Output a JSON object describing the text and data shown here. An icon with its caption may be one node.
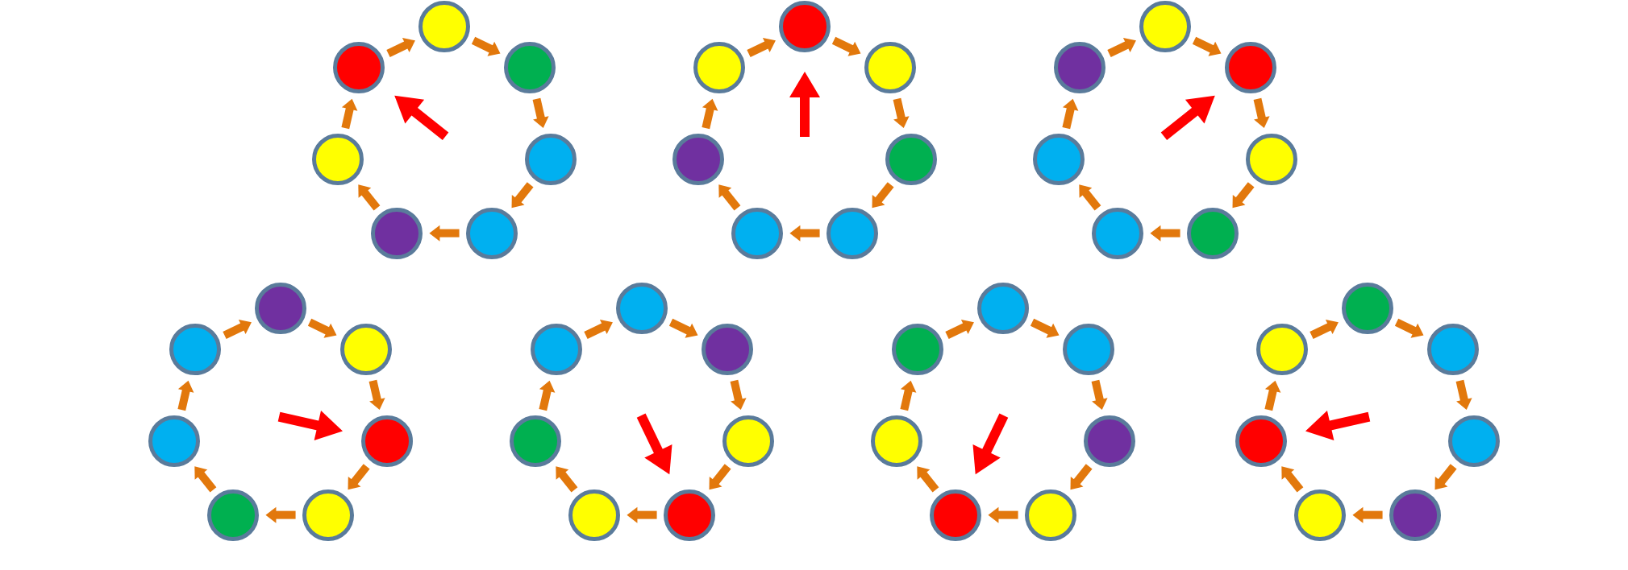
{
  "diagram": {
    "nodes": [
      {
        "text": [],
        "shape": "circle"
      },
      {
        "text": [],
        "shape": "circle"
      },
      {
        "text": [],
        "shape": "circle"
      },
      {
        "text": [],
        "shape": "circle"
      },
      {
        "text": [],
        "shape": "circle"
      },
      {
        "text": [],
        "shape": "circle"
      },
      {
        "text": [],
        "shape": "circle"
      },
      {
        "text": [],
        "shape": "circle"
      },
      {
        "text": [],
        "shape": "circle"
      },
      {
        "text": [],
        "shape": "circle"
      },
      {
        "text": [],
        "shape": "circle"
      },
      {
        "text": [],
        "shape": "circle"
      },
      {
        "text": [],
        "shape": "circle"
      },
      {
        "text": [],
        "shape": "circle"
      },
      {
        "text": [],
        "shape": "circle"
      },
      {
        "text": [],
        "shape": "circle"
      },
      {
        "text": [],
        "shape": "circle"
      },
      {
        "text": [],
        "shape": "circle"
      },
      {
        "text": [],
        "shape": "circle"
      },
      {
        "text": [],
        "shape": "circle"
      },
      {
        "text": [],
        "shape": "circle"
      },
      {
        "text": [],
        "shape": "circle"
      },
      {
        "text": [],
        "shape": "circle"
      },
      {
        "text": [],
        "shape": "circle"
      },
      {
        "text": [],
        "shape": "circle"
      },
      {
        "text": [],
        "shape": "circle"
      },
      {
        "text": [],
        "shape": "circle"
      },
      {
        "text": [],
        "shape": "circle"
      },
      {
        "text": [],
        "shape": "circle"
      },
      {
        "text": [],
        "shape": "circle"
      },
      {
        "text": [],
        "shape": "circle"
      },
      {
        "text": [],
        "shape": "circle"
      },
      {
        "text": [],
        "shape": "circle"
      },
      {
        "text": [],
        "shape": "circle"
      },
      {
        "text": [],
        "shape": "circle"
      },
      {
        "text": [],
        "shape": "circle"
      },
      {
        "text": [],
        "shape": "circle"
      },
      {
        "text": [],
        "shape": "circle"
      },
      {
        "text": [],
        "shape": "circle"
      },
      {
        "text": [],
        "shape": "circle"
      },
      {
        "text": [],
        "shape": "circle"
      },
      {
        "text": [],
        "shape": "circle"
      },
      {
        "text": [],
        "shape": "circle"
      },
      {
        "text": [],
        "shape": "circle"
      },
      {
        "text": [],
        "shape": "circle"
      },
      {
        "text": [],
        "shape": "circle"
      },
      {
        "text": [],
        "shape": "circle"
      },
      {
        "text": [],
        "shape": "circle"
      },
      {
        "text": [],
        "shape": "circle"
      }
    ],
    "edges": [
      {
        "from": 0,
        "to": 1,
        "arrow": "to"
      },
      {
        "from": 1,
        "to": 2,
        "arrow": "to"
      },
      {
        "from": 2,
        "to": 3,
        "arrow": "to"
      },
      {
        "from": 3,
        "to": 4,
        "arrow": "to"
      },
      {
        "from": 4,
        "to": 5,
        "arrow": "to"
      },
      {
        "from": 5,
        "to": 6,
        "arrow": "to"
      },
      {
        "from": 6,
        "to": 0,
        "arrow": "to"
      },
      {
        "from": null,
        "to": 6,
        "arrow": "to",
        "color": "#ff0000"
      },
      {
        "from": 7,
        "to": 8,
        "arrow": "to"
      },
      {
        "from": 8,
        "to": 9,
        "arrow": "to"
      },
      {
        "from": 9,
        "to": 10,
        "arrow": "to"
      },
      {
        "from": 10,
        "to": 11,
        "arrow": "to"
      },
      {
        "from": 11,
        "to": 12,
        "arrow": "to"
      },
      {
        "from": 12,
        "to": 13,
        "arrow": "to"
      },
      {
        "from": 13,
        "to": 7,
        "arrow": "to"
      },
      {
        "from": null,
        "to": 7,
        "arrow": "to",
        "color": "#ff0000"
      },
      {
        "from": 14,
        "to": 15,
        "arrow": "to"
      },
      {
        "from": 15,
        "to": 16,
        "arrow": "to"
      },
      {
        "from": 16,
        "to": 17,
        "arrow": "to"
      },
      {
        "from": 17,
        "to": 18,
        "arrow": "to"
      },
      {
        "from": 18,
        "to": 19,
        "arrow": "to"
      },
      {
        "from": 19,
        "to": 20,
        "arrow": "to"
      },
      {
        "from": 20,
        "to": 14,
        "arrow": "to"
      },
      {
        "from": null,
        "to": 15,
        "arrow": "to",
        "color": "#ff0000"
      },
      {
        "from": 21,
        "to": 22,
        "arrow": "to"
      },
      {
        "from": 22,
        "to": 23,
        "arrow": "to"
      },
      {
        "from": 23,
        "to": 24,
        "arrow": "to"
      },
      {
        "from": 24,
        "to": 25,
        "arrow": "to"
      },
      {
        "from": 25,
        "to": 26,
        "arrow": "to"
      },
      {
        "from": 26,
        "to": 27,
        "arrow": "to"
      },
      {
        "from": 27,
        "to": 21,
        "arrow": "to"
      },
      {
        "from": null,
        "to": 23,
        "arrow": "to",
        "color": "#ff0000"
      },
      {
        "from": 28,
        "to": 29,
        "arrow": "to"
      },
      {
        "from": 29,
        "to": 30,
        "arrow": "to"
      },
      {
        "from": 30,
        "to": 31,
        "arrow": "to"
      },
      {
        "from": 31,
        "to": 32,
        "arrow": "to"
      },
      {
        "from": 32,
        "to": 33,
        "arrow": "to"
      },
      {
        "from": 33,
        "to": 34,
        "arrow": "to"
      },
      {
        "from": 34,
        "to": 28,
        "arrow": "to"
      },
      {
        "from": null,
        "to": 31,
        "arrow": "to",
        "color": "#ff0000"
      },
      {
        "from": 35,
        "to": 36,
        "arrow": "to"
      },
      {
        "from": 36,
        "to": 37,
        "arrow": "to"
      },
      {
        "from": 37,
        "to": 38,
        "arrow": "to"
      },
      {
        "from": 38,
        "to": 39,
        "arrow": "to"
      },
      {
        "from": 39,
        "to": 40,
        "arrow": "to"
      },
      {
        "from": 40,
        "to": 41,
        "arrow": "to"
      },
      {
        "from": 41,
        "to": 35,
        "arrow": "to"
      },
      {
        "from": null,
        "to": 39,
        "arrow": "to",
        "color": "#ff0000"
      },
      {
        "from": 42,
        "to": 43,
        "arrow": "to"
      },
      {
        "from": 43,
        "to": 44,
        "arrow": "to"
      },
      {
        "from": 44,
        "to": 45,
        "arrow": "to"
      },
      {
        "from": 45,
        "to": 46,
        "arrow": "to"
      },
      {
        "from": 46,
        "to": 47,
        "arrow": "to"
      },
      {
        "from": 47,
        "to": 48,
        "arrow": "to"
      },
      {
        "from": 48,
        "to": 42,
        "arrow": "to"
      },
      {
        "from": null,
        "to": 47,
        "arrow": "to",
        "color": "#ff0000"
      }
    ]
  }
}
